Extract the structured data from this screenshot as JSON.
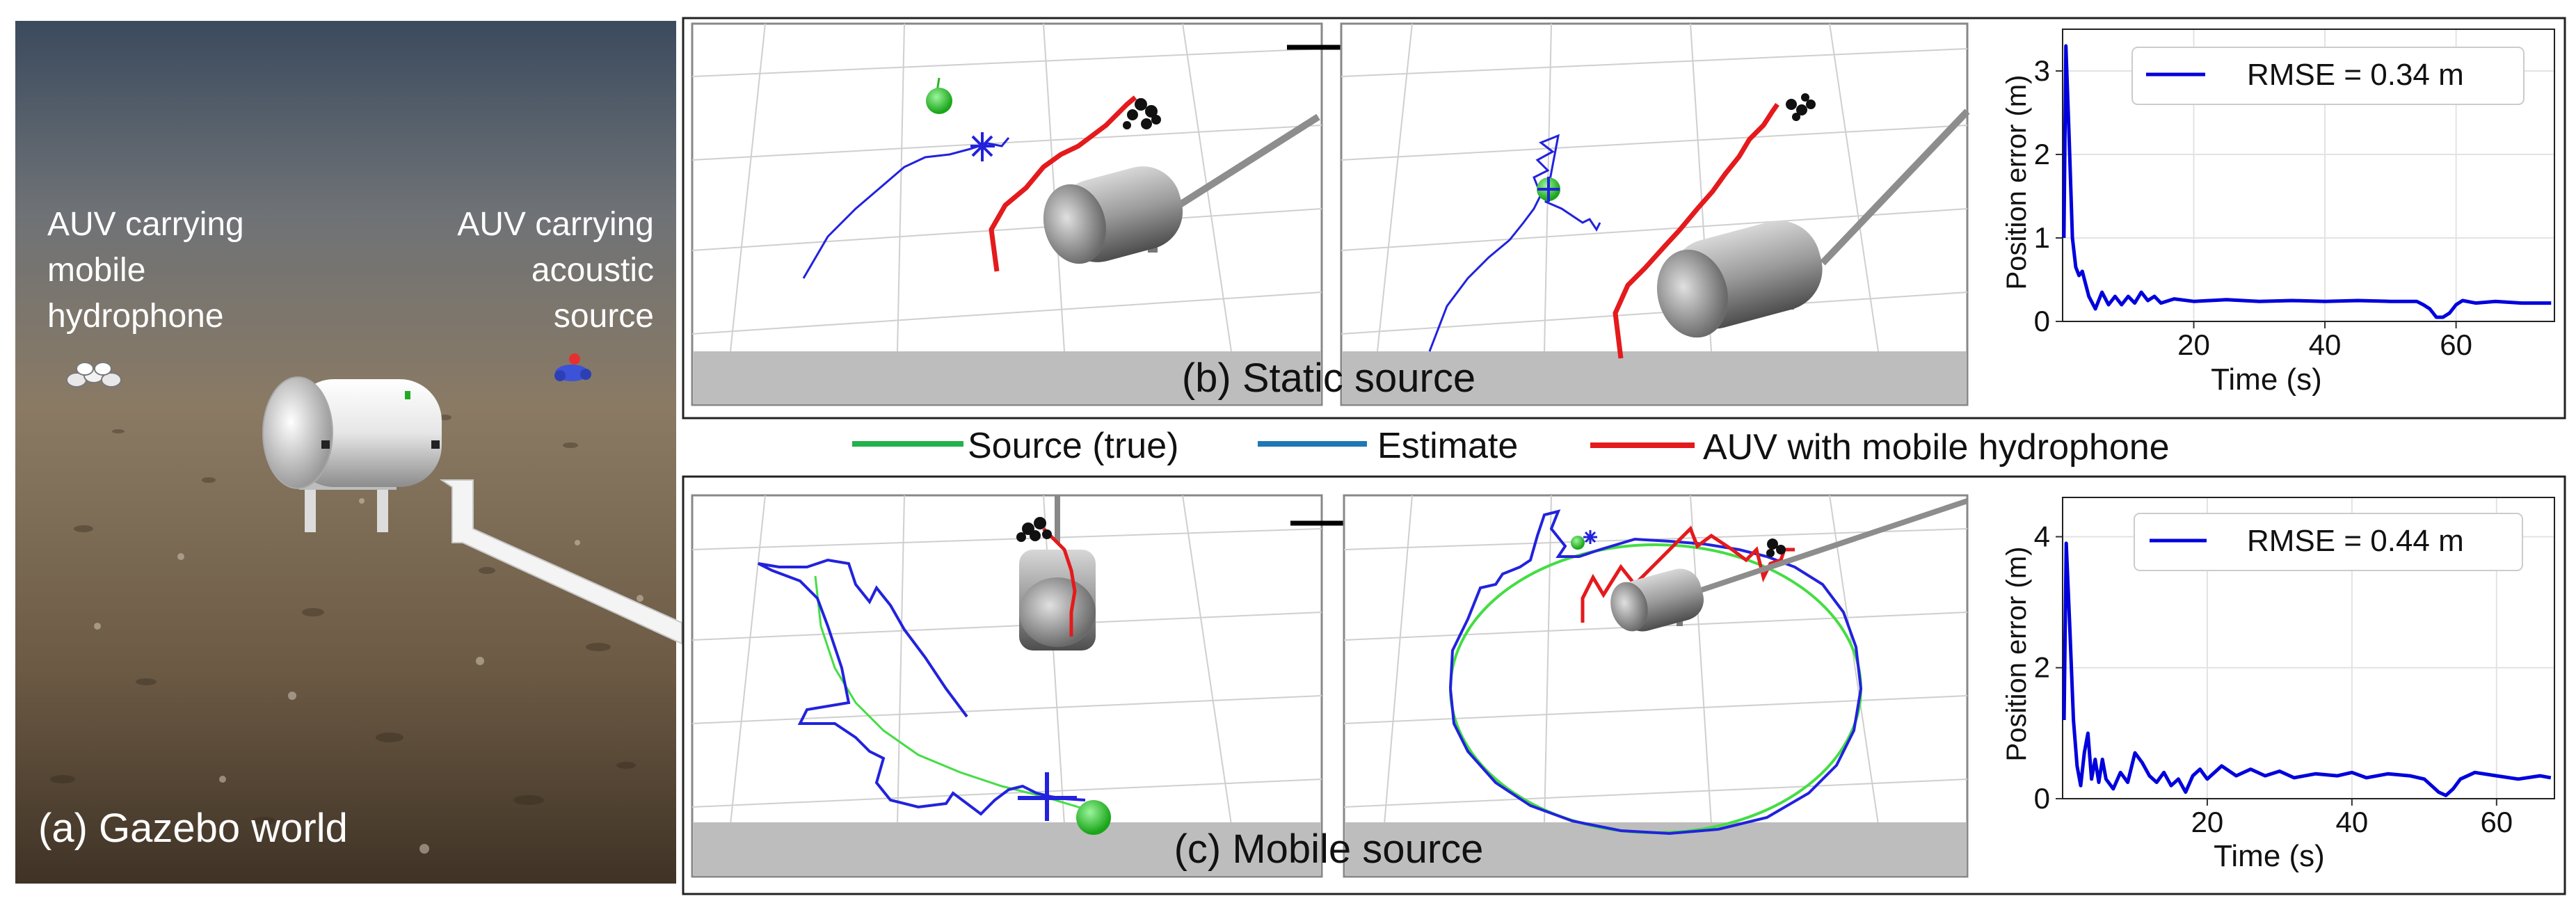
{
  "panel_a": {
    "hydrophone_label": [
      "AUV carrying",
      "mobile",
      "hydrophone"
    ],
    "source_label": [
      "AUV carrying",
      "acoustic",
      "source"
    ],
    "caption": "(a) Gazebo world"
  },
  "panel_b": {
    "caption": "(b) Static source"
  },
  "panel_c": {
    "caption": "(c) Mobile source"
  },
  "legend": {
    "items": [
      {
        "label": "Source (true)",
        "color": "#22b14c"
      },
      {
        "label": "Estimate",
        "color": "#1f77b4"
      },
      {
        "label": "AUV with mobile hydrophone",
        "color": "#e41a1c"
      }
    ]
  },
  "chart_data": [
    {
      "type": "line",
      "xlabel": "Time (s)",
      "ylabel": "Position error (m)",
      "xlim": [
        0,
        75
      ],
      "ylim": [
        0,
        3.5
      ],
      "xticks": [
        20,
        40,
        60
      ],
      "yticks": [
        0,
        1,
        2,
        3
      ],
      "grid": true,
      "legend_position": "top-right",
      "series": [
        {
          "name": "RMSE = 0.34 m",
          "color": "#0000dd",
          "x": [
            0.2,
            0.5,
            1,
            1.5,
            2,
            2.5,
            3,
            4,
            5,
            6,
            7,
            8,
            9,
            10,
            11,
            12,
            13,
            14,
            15,
            17,
            20,
            25,
            30,
            35,
            40,
            45,
            50,
            54,
            55,
            56,
            57,
            58,
            59,
            60,
            61,
            63,
            66,
            70,
            74.5
          ],
          "y": [
            1.0,
            3.3,
            2.2,
            1.0,
            0.65,
            0.55,
            0.6,
            0.3,
            0.15,
            0.35,
            0.2,
            0.3,
            0.2,
            0.3,
            0.22,
            0.35,
            0.25,
            0.3,
            0.22,
            0.27,
            0.24,
            0.26,
            0.24,
            0.25,
            0.24,
            0.25,
            0.24,
            0.24,
            0.2,
            0.15,
            0.05,
            0.05,
            0.1,
            0.2,
            0.25,
            0.22,
            0.24,
            0.22,
            0.22
          ]
        }
      ]
    },
    {
      "type": "line",
      "xlabel": "Time (s)",
      "ylabel": "Position error (m)",
      "xlim": [
        0,
        68
      ],
      "ylim": [
        0,
        4.6
      ],
      "xticks": [
        20,
        40,
        60
      ],
      "yticks": [
        0,
        2,
        4
      ],
      "grid": true,
      "legend_position": "top-right",
      "series": [
        {
          "name": "RMSE = 0.44 m",
          "color": "#0000dd",
          "x": [
            0.2,
            0.5,
            1,
            1.5,
            2,
            2.5,
            3,
            3.5,
            4,
            4.5,
            5,
            5.5,
            6,
            7,
            8,
            9,
            10,
            11,
            12,
            13,
            14,
            15,
            16,
            17,
            18,
            19,
            20,
            22,
            24,
            26,
            28,
            30,
            32,
            35,
            38,
            40,
            42,
            45,
            48,
            50,
            51,
            52,
            53,
            54,
            55,
            57,
            60,
            63,
            66,
            67.5
          ],
          "y": [
            1.2,
            3.9,
            2.6,
            1.2,
            0.5,
            0.2,
            0.7,
            1.0,
            0.3,
            0.6,
            0.25,
            0.6,
            0.3,
            0.15,
            0.4,
            0.25,
            0.7,
            0.55,
            0.35,
            0.25,
            0.4,
            0.2,
            0.3,
            0.1,
            0.35,
            0.45,
            0.3,
            0.5,
            0.35,
            0.45,
            0.35,
            0.42,
            0.32,
            0.38,
            0.35,
            0.4,
            0.32,
            0.38,
            0.35,
            0.3,
            0.2,
            0.1,
            0.05,
            0.15,
            0.3,
            0.4,
            0.35,
            0.3,
            0.35,
            0.32
          ]
        }
      ]
    }
  ]
}
